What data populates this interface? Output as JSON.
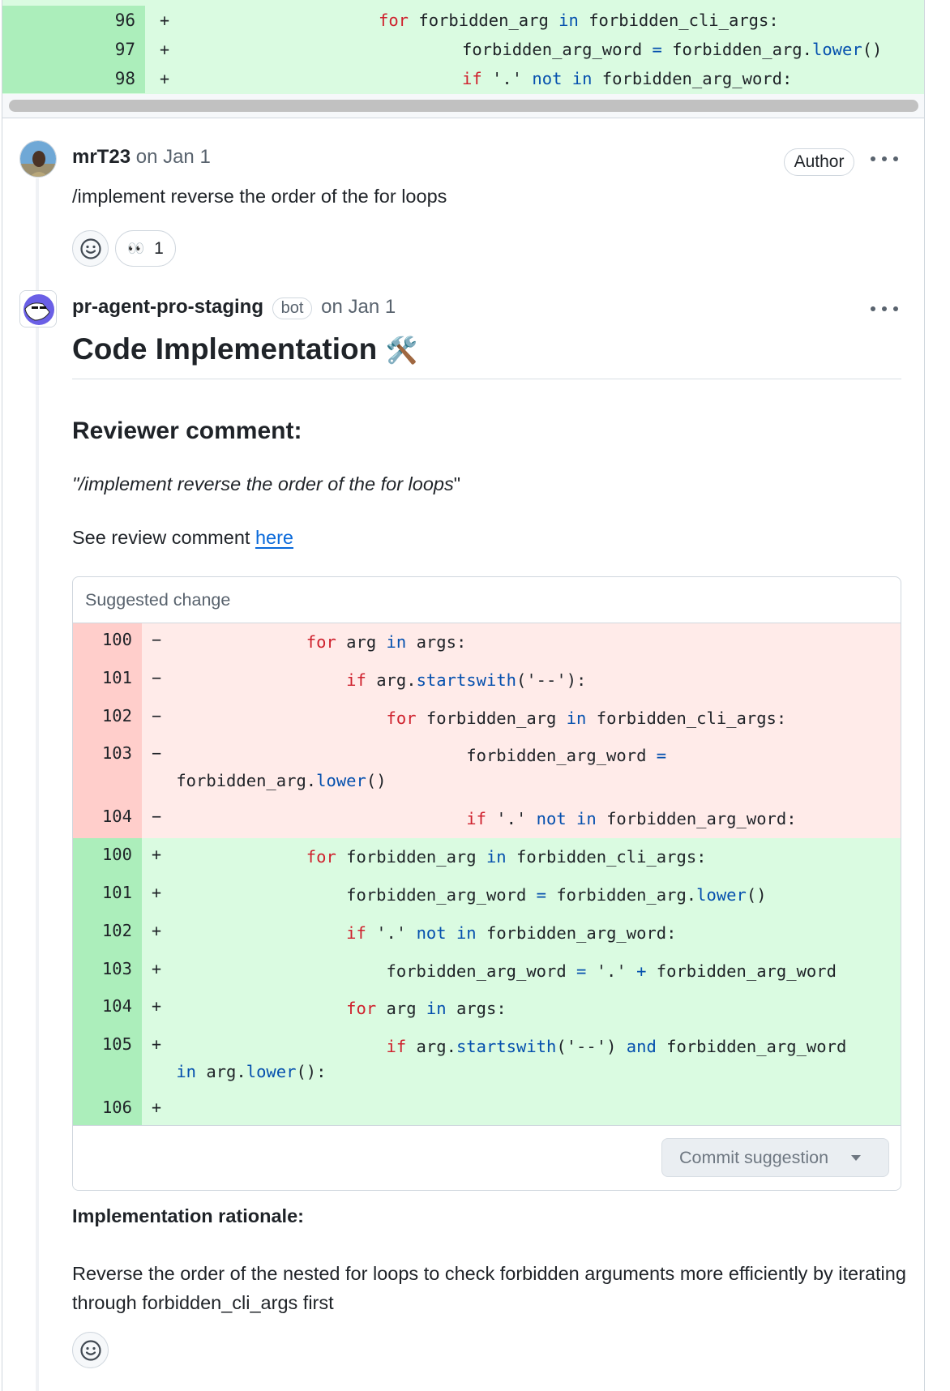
{
  "top_diff": {
    "rows": [
      {
        "line": "96",
        "sign": "+",
        "indent": "                    ",
        "tokens": [
          [
            "kw",
            "for"
          ],
          [
            "",
            ""
          ],
          [
            "",
            " forbidden_arg "
          ],
          [
            "bl",
            "in"
          ],
          [
            "",
            " forbidden_cli_args:"
          ]
        ]
      },
      {
        "line": "97",
        "sign": "+",
        "indent": "                        ",
        "tokens": [
          [
            "",
            "forbidden_arg_word "
          ],
          [
            "bl",
            "="
          ],
          [
            "",
            " forbidden_arg."
          ],
          [
            "bl",
            "lower"
          ],
          [
            "",
            "()"
          ]
        ]
      },
      {
        "line": "98",
        "sign": "+",
        "indent": "                        ",
        "tokens": [
          [
            "kw",
            "if"
          ],
          [
            "",
            " '.' "
          ],
          [
            "bl",
            "not in"
          ],
          [
            "",
            " forbidden_arg_word:"
          ]
        ]
      }
    ]
  },
  "comment_user": {
    "username": "mrT23",
    "timestamp": "on Jan 1",
    "badge": "Author",
    "body": "/implement reverse the order of the for loops",
    "reactions": [
      {
        "emoji": "👀",
        "count": "1"
      }
    ],
    "add_reaction_icon": "smiley-icon",
    "menu_icon": "kebab-icon"
  },
  "comment_bot": {
    "username": "pr-agent-pro-staging",
    "bot_badge": "bot",
    "timestamp": "on Jan 1",
    "menu_icon": "kebab-icon",
    "title": "Code Implementation",
    "title_emoji": "🛠️",
    "reviewer_heading": "Reviewer comment:",
    "quote_open": "\"",
    "quote_text": "/implement reverse the order of the for loops",
    "quote_close": "\"",
    "see_prefix": "See review comment ",
    "see_link": "here",
    "suggestion": {
      "header": "Suggested change",
      "deleted": [
        {
          "line": "100",
          "sign": "−",
          "html": "              <span class='kw'>for</span> arg <span class='bl'>in</span> args:"
        },
        {
          "line": "101",
          "sign": "−",
          "html": "                  <span class='kw'>if</span> arg.<span class='bl'>startswith</span>('--'):"
        },
        {
          "line": "102",
          "sign": "−",
          "html": "                      <span class='kw'>for</span> forbidden_arg <span class='bl'>in</span> forbidden_cli_args:"
        },
        {
          "line": "103",
          "sign": "−",
          "html": "                              forbidden_arg_word <span class='bl'>=</span>\n forbidden_arg.<span class='bl'>lower</span>()"
        },
        {
          "line": "104",
          "sign": "−",
          "html": "                              <span class='kw'>if</span> '.' <span class='bl'>not</span> <span class='bl'>in</span> forbidden_arg_word:"
        }
      ],
      "added": [
        {
          "line": "100",
          "sign": "+",
          "html": "              <span class='kw'>for</span> forbidden_arg <span class='bl'>in</span> forbidden_cli_args:"
        },
        {
          "line": "101",
          "sign": "+",
          "html": "                  forbidden_arg_word <span class='bl'>=</span> forbidden_arg.<span class='bl'>lower</span>()"
        },
        {
          "line": "102",
          "sign": "+",
          "html": "                  <span class='kw'>if</span> '.' <span class='bl'>not</span> <span class='bl'>in</span> forbidden_arg_word:"
        },
        {
          "line": "103",
          "sign": "+",
          "html": "                      forbidden_arg_word <span class='bl'>=</span> '.' <span class='bl'>+</span> forbidden_arg_word"
        },
        {
          "line": "104",
          "sign": "+",
          "html": "                  <span class='kw'>for</span> arg <span class='bl'>in</span> args:"
        },
        {
          "line": "105",
          "sign": "+",
          "html": "                      <span class='kw'>if</span> arg.<span class='bl'>startswith</span>('--') <span class='bl'>and</span> forbidden_arg_word\n <span class='bl'>in</span> arg.<span class='bl'>lower</span>():"
        },
        {
          "line": "106",
          "sign": "+",
          "html": ""
        }
      ],
      "commit_button": "Commit suggestion",
      "commit_caret_icon": "caret-down-icon"
    },
    "rationale_heading": "Implementation rationale:",
    "rationale_text": "Reverse the order of the nested for loops to check forbidden arguments more efficiently by iterating through forbidden_cli_args first",
    "add_reaction_icon": "smiley-icon"
  },
  "colors": {
    "added_bg": "#dafbe1",
    "added_num_bg": "#aceebb",
    "deleted_bg": "#ffebe9",
    "deleted_num_bg": "#ffcecb",
    "keyword": "#cf222e",
    "builtin": "#0550ae",
    "link": "#0969da",
    "muted": "#59636e"
  }
}
